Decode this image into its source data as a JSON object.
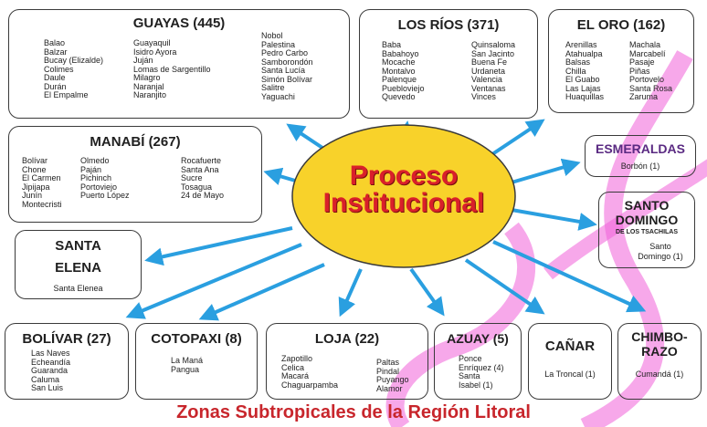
{
  "center": {
    "line1": "Proceso",
    "line2": "Institucional"
  },
  "footer": "Zonas Subtropicales de la Región Litoral",
  "boxes": {
    "guayas": {
      "title": "GUAYAS (445)",
      "color": "#e8f4fb",
      "cols": [
        [
          "Balao",
          "Balzar",
          "Bucay (Elizalde)",
          "Colimes",
          "Daule",
          "Durán",
          "El Empalme"
        ],
        [
          "Guayaquil",
          "Isidro Ayora",
          "Juján",
          "Lomas de Sargentillo",
          "Milagro",
          "Naranjal",
          "Naranjito"
        ],
        [
          "Nobol",
          "Palestina",
          "Pedro Carbo",
          "Samborondón",
          "Santa Lucía",
          "Simón Bolívar",
          "Salitre",
          "Yaguachi"
        ]
      ]
    },
    "losrios": {
      "title": "LOS RÍOS (371)",
      "color": "#8cc63f",
      "cols": [
        [
          "Baba",
          "Babahoyo",
          "Mocache",
          "Montalvo",
          "Palenque",
          "Puebloviejo",
          "Quevedo"
        ],
        [
          "Quinsaloma",
          "San Jacinto",
          "Buena Fe",
          "Urdaneta",
          "Valencia",
          "Ventanas",
          "Vinces"
        ]
      ]
    },
    "eloro": {
      "title": "EL ORO (162)",
      "color": "#fbf285",
      "cols": [
        [
          "Arenillas",
          "Atahualpa",
          "Balsas",
          "Chilla",
          "El Guabo",
          "Las Lajas",
          "Huaquillas"
        ],
        [
          "Machala",
          "Marcabelí",
          "Pasaje",
          "Piñas",
          "Portovelo",
          "Santa Rosa",
          "Zaruma"
        ]
      ]
    },
    "manabi": {
      "title": "MANABÍ (267)",
      "color": "#8cc63f",
      "cols": [
        [
          "Bolívar",
          "Chone",
          "El Carmen",
          "Jipijapa",
          "Junín",
          "Montecristi"
        ],
        [
          "Olmedo",
          "Paján",
          "Pichinch",
          "Portoviejo",
          "Puerto López"
        ],
        [
          "Rocafuerte",
          "Santa Ana",
          "Sucre",
          "Tosagua",
          "24 de Mayo"
        ]
      ]
    },
    "esmeraldas": {
      "title": "ESMERALDAS",
      "color": "#5bc0e8",
      "items": [
        "Borbón (1)"
      ]
    },
    "santodomingo": {
      "title1": "SANTO",
      "title2": "DOMINGO",
      "sub": "DE LOS TSACHILAS",
      "color": "#fbbf6e",
      "items": [
        "Santo",
        "Domingo (1)"
      ]
    },
    "santaelena": {
      "title1": "SANTA",
      "title2": "ELENA",
      "color": "#3fb6ea",
      "items": [
        "Santa Elenea"
      ]
    },
    "bolivar": {
      "title": "BOLÍVAR (27)",
      "color": "#fbf285",
      "cols": [
        [
          "Las Naves",
          "Echeandía",
          "Guaranda",
          "Caluma",
          "San Luis"
        ]
      ]
    },
    "cotopaxi": {
      "title": "COTOPAXI (8)",
      "color": "#b2d36a",
      "cols": [
        [
          "La Maná",
          "Pangua"
        ]
      ]
    },
    "loja": {
      "title": "LOJA (22)",
      "color": "#fbbf40",
      "cols": [
        [
          "Zapotillo",
          "Celica",
          "Macará",
          "Chaguarpamba"
        ],
        [
          "Paltas",
          "Pindal",
          "Puyango",
          "Alamor"
        ]
      ]
    },
    "azuay": {
      "title": "AZUAY (5)",
      "color": "#8cc63f",
      "cols": [
        [
          "Ponce",
          "Enríquez (4)",
          "Santa",
          "Isabel (1)"
        ]
      ]
    },
    "canar": {
      "title": "CAÑAR",
      "color": "#f7a7a7",
      "items": [
        "La Troncal (1)"
      ]
    },
    "chimborazo": {
      "title1": "CHIMBO-",
      "title2": "RAZO",
      "color": "#f7b56e",
      "items": [
        "Cumandá (1)"
      ]
    }
  },
  "colors": {
    "arrow": "#2a9fe0",
    "ribbon": "#f060d8",
    "center_fill": "#f8d22a",
    "center_text": "#d9202a",
    "footer_text": "#c8262c"
  }
}
